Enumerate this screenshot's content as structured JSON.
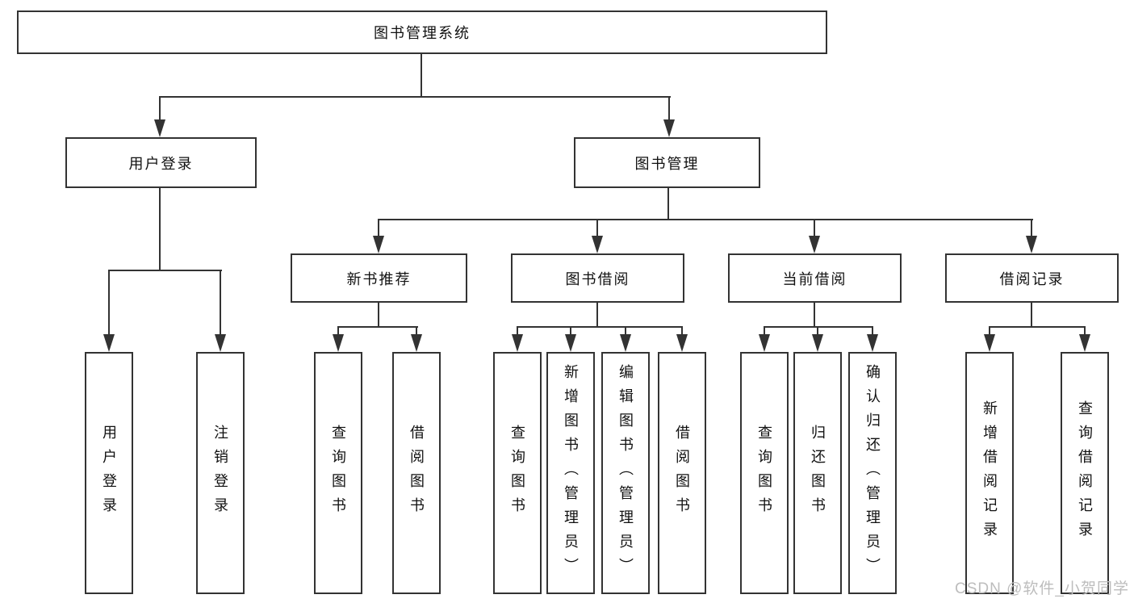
{
  "diagram": {
    "root": {
      "label": "图书管理系统"
    },
    "branches": {
      "user_login": {
        "label": "用户登录",
        "children": [
          {
            "label": "用户登录"
          },
          {
            "label": "注销登录"
          }
        ]
      },
      "book_management": {
        "label": "图书管理",
        "sections": {
          "new_book_recommend": {
            "label": "新书推荐",
            "children": [
              {
                "label": "查询图书"
              },
              {
                "label": "借阅图书"
              }
            ]
          },
          "book_borrow": {
            "label": "图书借阅",
            "children": [
              {
                "label": "查询图书"
              },
              {
                "label": "新增图书（管理员）"
              },
              {
                "label": "编辑图书（管理员）"
              },
              {
                "label": "借阅图书"
              }
            ]
          },
          "current_borrow": {
            "label": "当前借阅",
            "children": [
              {
                "label": "查询图书"
              },
              {
                "label": "归还图书"
              },
              {
                "label": "确认归还（管理员）"
              }
            ]
          },
          "borrow_records": {
            "label": "借阅记录",
            "children": [
              {
                "label": "新增借阅记录"
              },
              {
                "label": "查询借阅记录"
              }
            ]
          }
        }
      }
    }
  },
  "watermark": {
    "text": "CSDN @软件_小贺同学"
  },
  "colors": {
    "line": "#333333",
    "box_border": "#333333",
    "text": "#111111",
    "watermark": "#bdbdbd",
    "background": "#ffffff"
  }
}
